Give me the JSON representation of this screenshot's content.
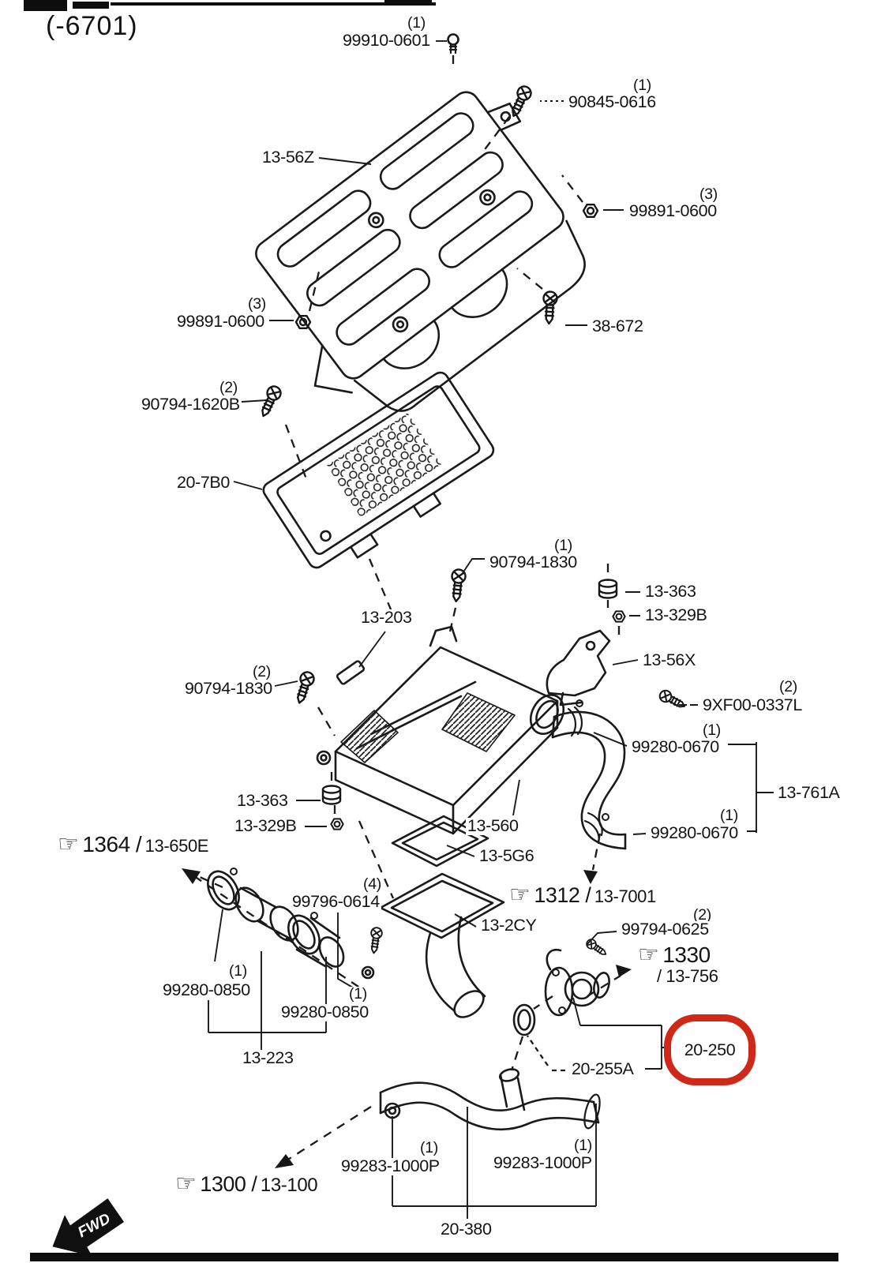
{
  "header": {
    "code": "(-6701)"
  },
  "direction": {
    "label": "FWD"
  },
  "icons": {
    "hand_glyph": "☞"
  },
  "highlight": {
    "part": "20-250",
    "color": "#d02818"
  },
  "parts": {
    "p99910": {
      "qty": "(1)",
      "num": "99910-0601"
    },
    "p90845": {
      "qty": "(1)",
      "num": "90845-0616"
    },
    "p99891r": {
      "qty": "(3)",
      "num": "99891-0600"
    },
    "p1356z": {
      "qty": "",
      "num": "13-56Z"
    },
    "p99891l": {
      "qty": "(3)",
      "num": "99891-0600"
    },
    "p38672": {
      "qty": "",
      "num": "38-672"
    },
    "p907941620b": {
      "qty": "(2)",
      "num": "90794-1620B"
    },
    "p207b0": {
      "qty": "",
      "num": "20-7B0"
    },
    "p907941830a": {
      "qty": "(1)",
      "num": "90794-1830"
    },
    "p13363r": {
      "qty": "",
      "num": "13-363"
    },
    "p13329br": {
      "qty": "",
      "num": "13-329B"
    },
    "p1356x": {
      "qty": "",
      "num": "13-56X"
    },
    "p13203": {
      "qty": "",
      "num": "13-203"
    },
    "p907941830b": {
      "qty": "(2)",
      "num": "90794-1830"
    },
    "p9xf000337l": {
      "qty": "(2)",
      "num": "9XF00-0337L"
    },
    "p992800670a": {
      "qty": "(1)",
      "num": "99280-0670"
    },
    "p13761a": {
      "qty": "",
      "num": "13-761A"
    },
    "p992800670b": {
      "qty": "(1)",
      "num": "99280-0670"
    },
    "p13363l": {
      "qty": "",
      "num": "13-363"
    },
    "p13329bl": {
      "qty": "",
      "num": "13-329B"
    },
    "p13560": {
      "qty": "",
      "num": "13-560"
    },
    "p135g6": {
      "qty": "",
      "num": "13-5G6"
    },
    "p997960614": {
      "qty": "(4)",
      "num": "99796-0614"
    },
    "p132cy": {
      "qty": "",
      "num": "13-2CY"
    },
    "p997940625": {
      "qty": "(2)",
      "num": "99794-0625"
    },
    "p992800850a": {
      "qty": "(1)",
      "num": "99280-0850"
    },
    "p992800850b": {
      "qty": "(1)",
      "num": "99280-0850"
    },
    "p13223": {
      "qty": "",
      "num": "13-223"
    },
    "p20250": {
      "qty": "",
      "num": "20-250"
    },
    "p20255a": {
      "qty": "",
      "num": "20-255A"
    },
    "p99283a": {
      "qty": "(1)",
      "num": "99283-1000P"
    },
    "p99283b": {
      "qty": "(1)",
      "num": "99283-1000P"
    },
    "p20380": {
      "qty": "",
      "num": "20-380"
    }
  },
  "assemblies": {
    "a1364": {
      "ref": "1364 /",
      "name": "13-650E"
    },
    "a1312": {
      "ref": "1312 /",
      "name": "13-7001"
    },
    "a1330": {
      "ref": "1330",
      "name": "/ 13-756"
    },
    "a1300": {
      "ref": "1300 /",
      "name": "13-100"
    }
  }
}
